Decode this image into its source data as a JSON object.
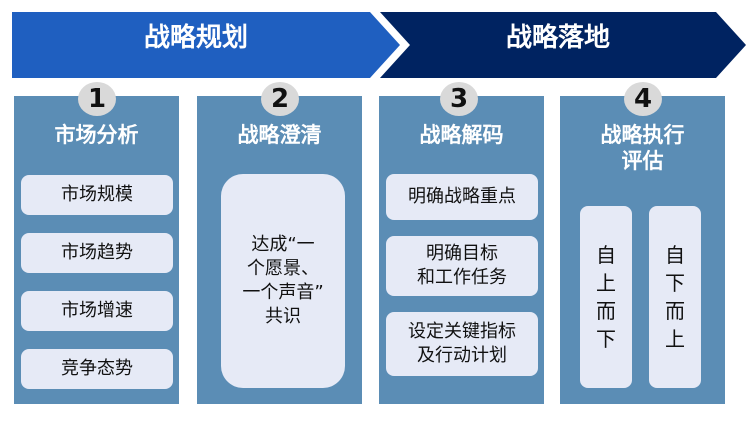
{
  "banners": {
    "left": "战略规划",
    "right": "战略落地"
  },
  "columns": [
    {
      "number": "1",
      "title": "市场分析",
      "items": [
        "市场规模",
        "市场趋势",
        "市场增速",
        "竞争态势"
      ]
    },
    {
      "number": "2",
      "title": "战略澄清",
      "items": [
        "达成“一\n个愿景、\n一个声音”\n共识"
      ]
    },
    {
      "number": "3",
      "title": "战略解码",
      "items": [
        "明确战略重点",
        "明确目标\n和工作任务",
        "设定关键指标\n及行动计划"
      ]
    },
    {
      "number": "4",
      "title": "战略执行\n评估",
      "items": [
        "自上而下",
        "自下而上"
      ]
    }
  ],
  "colors": {
    "banner_left": "#1f5fc0",
    "banner_right": "#002361",
    "column_fill": "#5b8db5",
    "card_fill": "#e6eaf6",
    "number_badge": "#d9d9d9"
  }
}
